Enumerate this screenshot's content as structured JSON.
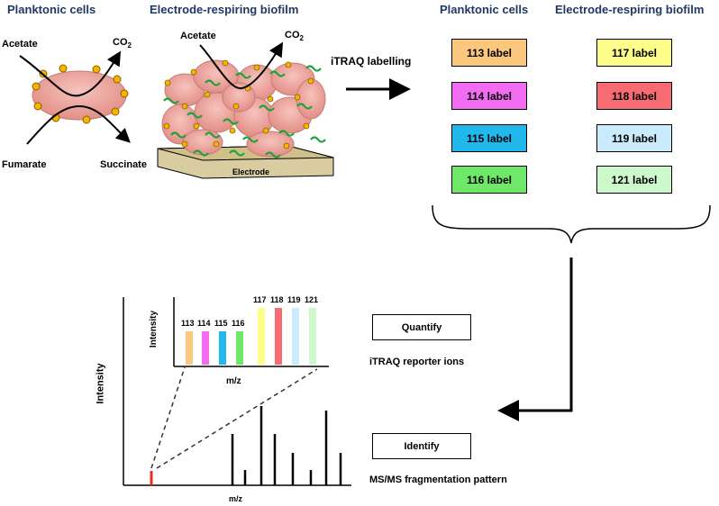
{
  "headers": {
    "left_planktonic": "Planktonic cells",
    "left_biofilm": "Electrode-respiring biofilm",
    "right_planktonic": "Planktonic cells",
    "right_biofilm": "Electrode-respiring biofilm"
  },
  "planktonic_cell": {
    "acetate": "Acetate",
    "co2": "CO",
    "co2_sub": "2",
    "fumarate": "Fumarate",
    "succinate": "Succinate"
  },
  "biofilm": {
    "acetate": "Acetate",
    "co2": "CO",
    "co2_sub": "2",
    "electrode": "Electrode"
  },
  "itraq_labelling": "iTRAQ labelling",
  "planktonic_labels": [
    {
      "text": "113 label",
      "color": "#fac77d"
    },
    {
      "text": "114 label",
      "color": "#f16cf1"
    },
    {
      "text": "115 label",
      "color": "#22b8ec"
    },
    {
      "text": "116 label",
      "color": "#6fe86a"
    }
  ],
  "biofilm_labels": [
    {
      "text": "117 label",
      "color": "#fdfd8a"
    },
    {
      "text": "118 label",
      "color": "#f76b72"
    },
    {
      "text": "119 label",
      "color": "#c9ebfb"
    },
    {
      "text": "121 label",
      "color": "#cdf8cb"
    }
  ],
  "inset_chart": {
    "ylabel": "Intensity",
    "xlabel": "m/z",
    "reporter_ions": [
      "113",
      "114",
      "115",
      "116",
      "117",
      "118",
      "119",
      "121"
    ]
  },
  "main_chart": {
    "ylabel": "Intensity",
    "xlabel": "m/z"
  },
  "quantify": {
    "button": "Quantify",
    "caption": "iTRAQ reporter ions"
  },
  "identify": {
    "button": "Identify",
    "caption": "MS/MS fragmentation pattern"
  },
  "reporter_colors": [
    "#fac77d",
    "#f16cf1",
    "#22b8ec",
    "#6fe86a",
    "#fdfd8a",
    "#f76b72",
    "#c9ebfb",
    "#cdf8cb"
  ]
}
